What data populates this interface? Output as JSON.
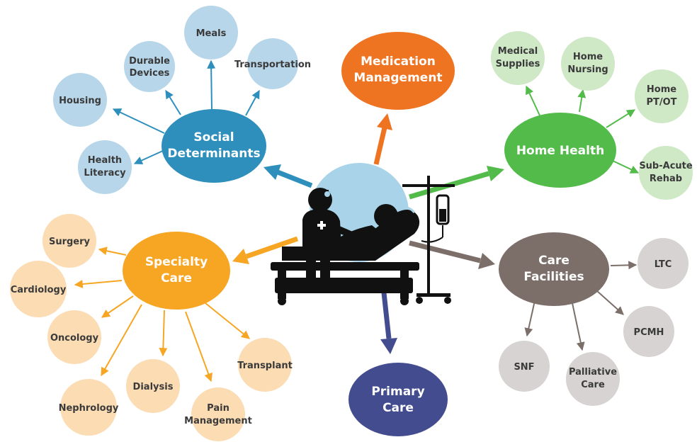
{
  "hubs": {
    "social": {
      "lines": [
        "Social",
        "Determinants"
      ],
      "color": "#2e8fbd",
      "text_color": "#ffffff"
    },
    "medication": {
      "lines": [
        "Medication",
        "Management"
      ],
      "color": "#ef7421",
      "text_color": "#ffffff"
    },
    "home_health": {
      "lines": [
        "Home Health"
      ],
      "color": "#52bb4a",
      "text_color": "#ffffff"
    },
    "specialty": {
      "lines": [
        "Specialty",
        "Care"
      ],
      "color": "#f6a623",
      "text_color": "#ffffff"
    },
    "care_facilities": {
      "lines": [
        "Care",
        "Facilities"
      ],
      "color": "#7c6f6a",
      "text_color": "#ffffff"
    },
    "primary": {
      "lines": [
        "Primary",
        "Care"
      ],
      "color": "#434c8f",
      "text_color": "#ffffff"
    }
  },
  "satellites": {
    "social": {
      "fill": "#b7d6ea",
      "text_color": "#3a3a3a",
      "items": [
        {
          "lines": [
            "Meals"
          ]
        },
        {
          "lines": [
            "Durable",
            "Devices"
          ]
        },
        {
          "lines": [
            "Transportation"
          ]
        },
        {
          "lines": [
            "Housing"
          ]
        },
        {
          "lines": [
            "Health",
            "Literacy"
          ]
        }
      ]
    },
    "home_health": {
      "fill": "#cfe8c6",
      "text_color": "#3a3a3a",
      "items": [
        {
          "lines": [
            "Medical",
            "Supplies"
          ]
        },
        {
          "lines": [
            "Home",
            "Nursing"
          ]
        },
        {
          "lines": [
            "Home",
            "PT/OT"
          ]
        },
        {
          "lines": [
            "Sub-Acute",
            "Rehab"
          ]
        }
      ]
    },
    "specialty": {
      "fill": "#fbdcb3",
      "text_color": "#3a3a3a",
      "items": [
        {
          "lines": [
            "Surgery"
          ]
        },
        {
          "lines": [
            "Cardiology"
          ]
        },
        {
          "lines": [
            "Oncology"
          ]
        },
        {
          "lines": [
            "Dialysis"
          ]
        },
        {
          "lines": [
            "Transplant"
          ]
        },
        {
          "lines": [
            "Nephrology"
          ]
        },
        {
          "lines": [
            "Pain",
            "Management"
          ]
        }
      ]
    },
    "care_facilities": {
      "fill": "#d6d3d2",
      "text_color": "#3a3a3a",
      "items": [
        {
          "lines": [
            "LTC"
          ]
        },
        {
          "lines": [
            "PCMH"
          ]
        },
        {
          "lines": [
            "SNF"
          ]
        },
        {
          "lines": [
            "Palliative",
            "Care"
          ]
        }
      ]
    }
  },
  "center": {
    "circle_color": "#a9d3e8",
    "icon": "patient-bed-with-doctor-and-iv-icon",
    "figure_color": "#111111"
  }
}
